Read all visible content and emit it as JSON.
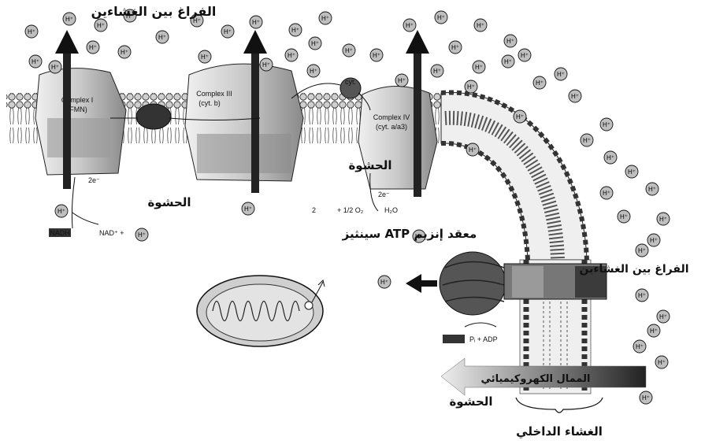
{
  "labels": {
    "intermembrane_top": "الفراغ بين الغشاءين",
    "intermembrane_right": "الفراغ بين الغشاءين",
    "matrix_left": "الحشوة",
    "matrix_center": "الحشوة",
    "matrix_bottom": "الحشوة",
    "atp_synthase": "معقد إنزيم ATP سينثيز",
    "gradient": "الممال الكهروكيميائي",
    "inner_membrane": "الغشاء الداخلي"
  },
  "complexes": {
    "c1_name": "Complex I",
    "c1_sub": "(FMN)",
    "c3_name": "Complex III",
    "c3_sub": "(cyt. b)",
    "c4_name": "Complex IV",
    "c4_sub": "(cyt. a/a3)",
    "cyt": "cyt."
  },
  "reactions": {
    "electrons_1": "2e⁻",
    "electrons_2": "2e⁻",
    "nadh": "NADH",
    "nad": "NAD⁺ +",
    "water_left": "2",
    "water_mid": "+ 1/2 O₂",
    "water_right": "H₂O",
    "atp_side": "Pᵢ + ADP"
  },
  "proton": "H⁺",
  "colors": {
    "stroke": "#111111",
    "membrane": "#d9d9d9",
    "protein": "#bdbdbd",
    "dark": "#444444"
  }
}
